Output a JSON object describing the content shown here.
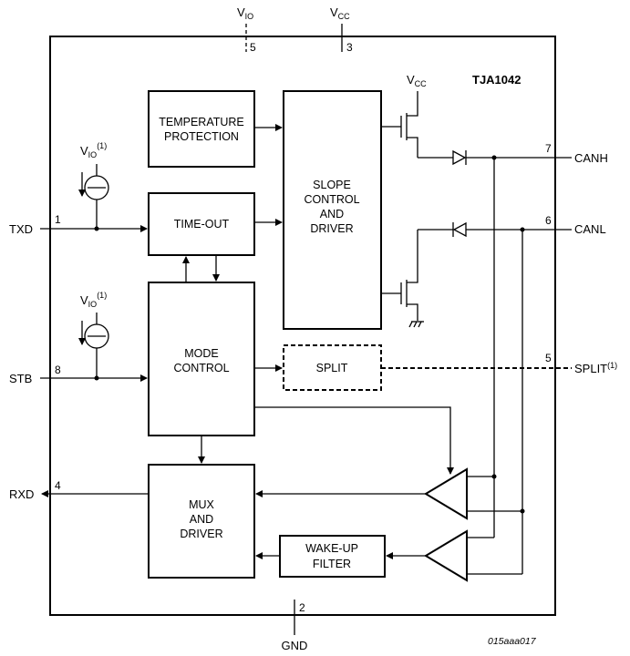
{
  "chip_name": "TJA1042",
  "reference_code": "015aaa017",
  "blocks": {
    "temperature_protection": [
      "TEMPERATURE",
      "PROTECTION"
    ],
    "time_out": [
      "TIME-OUT"
    ],
    "slope_control": [
      "SLOPE",
      "CONTROL",
      "AND",
      "DRIVER"
    ],
    "mode_control": [
      "MODE",
      "CONTROL"
    ],
    "split": [
      "SPLIT"
    ],
    "mux_driver": [
      "MUX",
      "AND",
      "DRIVER"
    ],
    "wake_up_filter": [
      "WAKE-UP",
      "FILTER"
    ]
  },
  "pins": {
    "vio_top": {
      "name": "V",
      "sub": "IO",
      "number": "5"
    },
    "vcc_top": {
      "name": "V",
      "sub": "CC",
      "number": "3"
    },
    "txd": {
      "name": "TXD",
      "number": "1"
    },
    "stb": {
      "name": "STB",
      "number": "8"
    },
    "rxd": {
      "name": "RXD",
      "number": "4"
    },
    "canh": {
      "name": "CANH",
      "number": "7"
    },
    "canl": {
      "name": "CANL",
      "number": "6"
    },
    "split": {
      "name": "SPLIT",
      "sup": "(1)",
      "number": "5"
    },
    "gnd": {
      "name": "GND",
      "number": "2"
    }
  },
  "internal_labels": {
    "vcc_driver": {
      "name": "V",
      "sub": "CC"
    },
    "vio_source_1": {
      "name": "V",
      "sub": "IO",
      "sup": "(1)"
    },
    "vio_source_2": {
      "name": "V",
      "sub": "IO",
      "sup": "(1)"
    }
  }
}
